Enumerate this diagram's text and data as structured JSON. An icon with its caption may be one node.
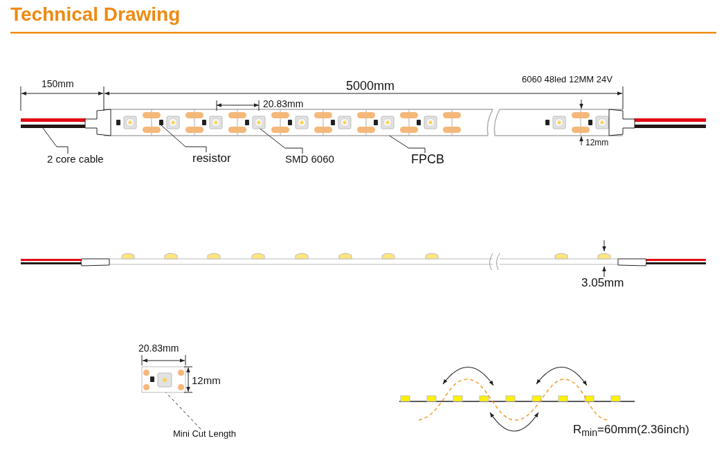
{
  "diagram": {
    "title": "Technical Drawing",
    "nodes": [
      {
        "text": [
          "2 core cable"
        ]
      },
      {
        "text": [
          "resistor"
        ]
      },
      {
        "text": [
          "SMD 6060"
        ]
      },
      {
        "text": [
          "FPCB"
        ]
      },
      {
        "text": [
          "Mini Cut Length"
        ]
      },
      {
        "text": [],
        "shape": "picture"
      },
      {
        "text": [],
        "shape": "box",
        "in": 8
      },
      {
        "text": [],
        "shape": "picture",
        "in": 8
      },
      {
        "text": [],
        "shape": "picture"
      },
      {
        "text": [],
        "shape": "picture"
      }
    ],
    "edges": [
      {
        "from": 0,
        "to": 5,
        "arrow": "none"
      },
      {
        "from": 1,
        "to": 6,
        "arrow": "none"
      },
      {
        "from": 2,
        "to": 7,
        "arrow": "none"
      },
      {
        "from": 3,
        "to": 8,
        "arrow": "none"
      },
      {
        "from": 4,
        "to": 9,
        "arrow": "none",
        "style": "dashed"
      }
    ],
    "labels": [
      "150mm",
      "5000mm",
      "20.83mm",
      "6060 48led 12MM 24V",
      "12mm",
      "3.05mm",
      "20.83mm",
      "12mm",
      "R$_{min}$=60mm(2.36inch)"
    ]
  }
}
